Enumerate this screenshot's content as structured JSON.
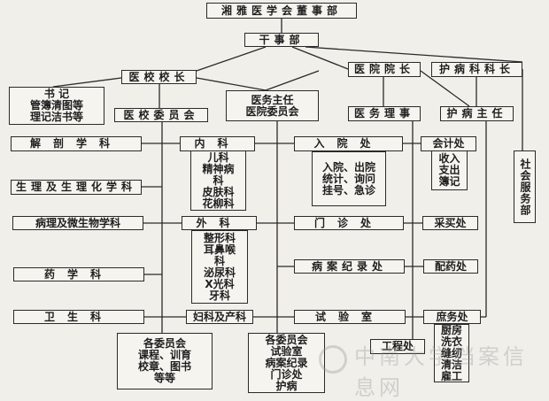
{
  "title": "湘雅医学会董事部",
  "nodes": {
    "board": "湘雅医学会董事部",
    "secretariat": "干事部",
    "school_president": "医校校长",
    "secretary": "书 记\n管簿清图等\n理记洁书等",
    "school_committee": "医校委员会",
    "medical_director": "医务主任\n医院委员会",
    "hospital_president": "医院院长",
    "nursing_head": "护病科科长",
    "medical_affairs": "医务理事",
    "nursing_director": "护病主任",
    "anatomy": "解剖学科",
    "physiology": "生理及生理化学科",
    "pathology": "病理及微生物学科",
    "pharmacy_dept": "药学科",
    "hygiene": "卫生科",
    "internal_medicine": "内科",
    "internal_subs": "儿科\n精神病\n科\n皮肤科\n花柳科",
    "surgery": "外科",
    "surgery_subs": "整形科\n耳鼻喉\n科\n泌尿科\nX光科\n牙科",
    "obgyn": "妇科及产科",
    "admission": "入院处",
    "admission_subs": "入院、出院\n统计、询问\n挂号、急诊",
    "outpatient": "门诊处",
    "records": "病案纪录处",
    "laboratory": "试验室",
    "accounting": "会计处",
    "accounting_subs": "收入\n支出\n簿记",
    "purchasing": "采买处",
    "dispensary": "配药处",
    "general_affairs": "庶务处",
    "general_subs": "厨房\n洗衣\n缝纫\n清洁\n雇工",
    "engineering": "工程处",
    "social_service": "社会服务部",
    "school_committees": "各委员会\n课程、训育\n校章、图书\n等等",
    "hospital_committees": "各委员会\n试验室\n病案纪录\n门诊处\n护病"
  },
  "watermark": "中南大学档案信息网"
}
